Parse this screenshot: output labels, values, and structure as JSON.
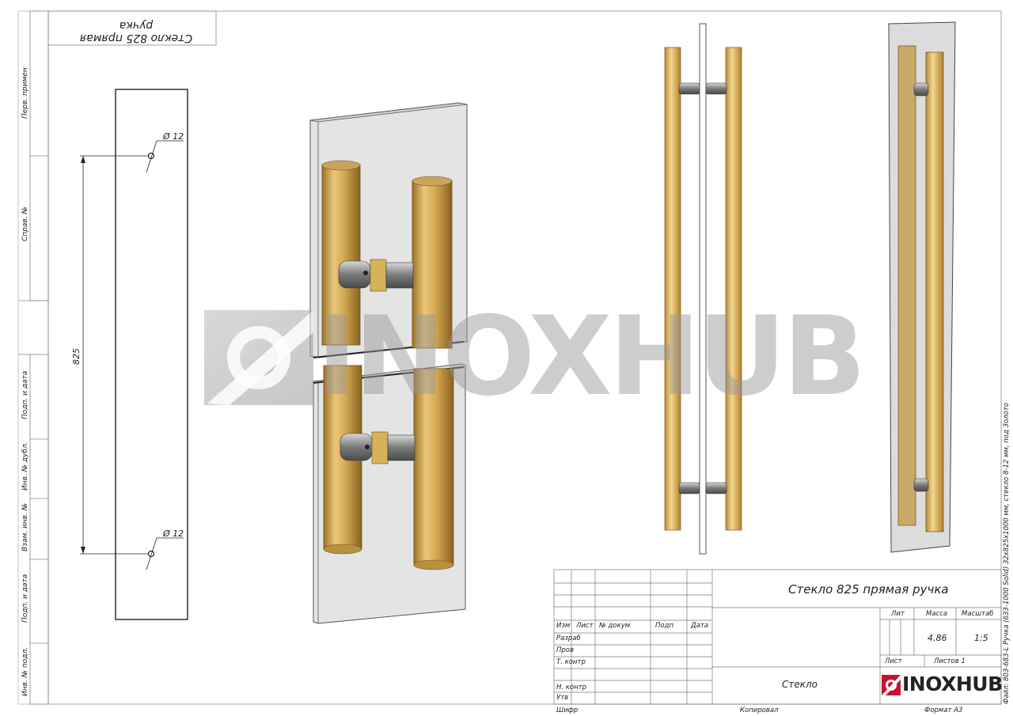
{
  "stamp_top": "Стекло 825 прямая ручка",
  "side_captions": [
    "Перв. примен",
    "Справ. №",
    "Подп. и дата",
    "Инв. № дубл.",
    "Взам. инв. №",
    "Подп. и дата",
    "Инв. № подл."
  ],
  "dims": {
    "hole_top": "Ø 12",
    "hole_bottom": "Ø 12",
    "distance": "825"
  },
  "watermark": {
    "text": "INOXHUB"
  },
  "title_block": {
    "title": "Стекло 825 прямая ручка",
    "material": "Стекло",
    "rev_headers": [
      "Изм",
      "Лист",
      "№ докум",
      "Подп",
      "Дата"
    ],
    "roles": [
      "Разраб",
      "Пров",
      "Т. контр",
      "Н. контр",
      "Утв"
    ],
    "lit_label": "Лит",
    "mass_label": "Масса",
    "scale_label": "Масштаб",
    "mass_value": "4.86",
    "scale_value": "1:5",
    "sheet_label": "Лист",
    "sheets_label": "Листов 1",
    "logo_text": "INOXHUB",
    "bottom_shifr": "Шифр",
    "bottom_copied": "Копировал",
    "bottom_format": "Формат А3"
  },
  "file_caption": "Файл: 803-683-L Ручка (633-1000 Solid) 32x825x1000 мм, стекло 8-12 мм, под Золото",
  "colors": {
    "gold": "#d4a84a",
    "gold_dark": "#a87a28",
    "steel": "#8e8e8e",
    "glass": "#e6e6e6"
  }
}
